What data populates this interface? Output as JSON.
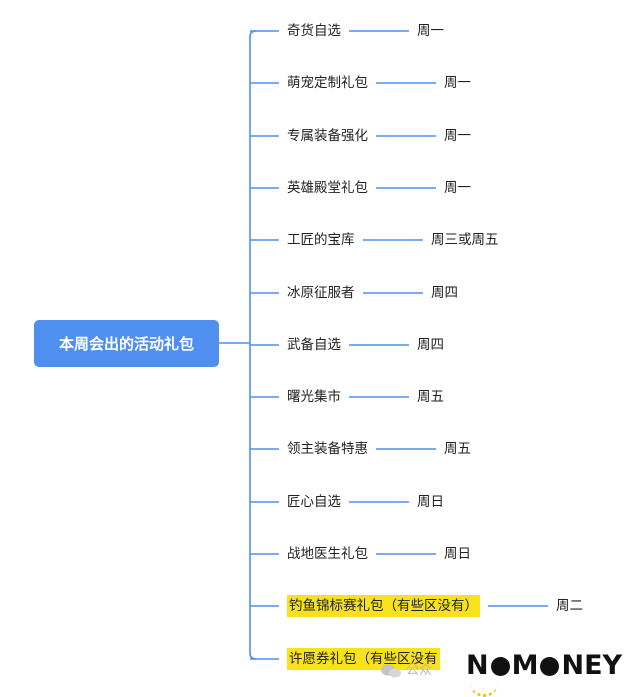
{
  "root": {
    "label": "本周会出的活动礼包"
  },
  "branches": [
    {
      "item": "奇货自选",
      "day": "周一",
      "highlight": false
    },
    {
      "item": "萌宠定制礼包",
      "day": "周一",
      "highlight": false
    },
    {
      "item": "专属装备强化",
      "day": "周一",
      "highlight": false
    },
    {
      "item": "英雄殿堂礼包",
      "day": "周一",
      "highlight": false
    },
    {
      "item": "工匠的宝库",
      "day": "周三或周五",
      "highlight": false
    },
    {
      "item": "冰原征服者",
      "day": "周四",
      "highlight": false
    },
    {
      "item": "武备自选",
      "day": "周四",
      "highlight": false
    },
    {
      "item": "曙光集市",
      "day": "周五",
      "highlight": false
    },
    {
      "item": "领主装备特惠",
      "day": "周五",
      "highlight": false
    },
    {
      "item": "匠心自选",
      "day": "周日",
      "highlight": false
    },
    {
      "item": "战地医生礼包",
      "day": "周日",
      "highlight": false
    },
    {
      "item": "钓鱼锦标赛礼包（有些区没有）",
      "day": "周二",
      "highlight": true
    },
    {
      "item": "许愿券礼包（有些区没有",
      "day": "",
      "highlight": true
    }
  ],
  "colors": {
    "line": "#4f8ff0",
    "root_bg": "#4f8ff0",
    "highlight": "#f7e21b"
  },
  "watermark": {
    "text": "公众",
    "icon": "wechat-icon"
  },
  "brand": {
    "prefix": "N",
    "middle": "M",
    "suffix": "NEY"
  }
}
